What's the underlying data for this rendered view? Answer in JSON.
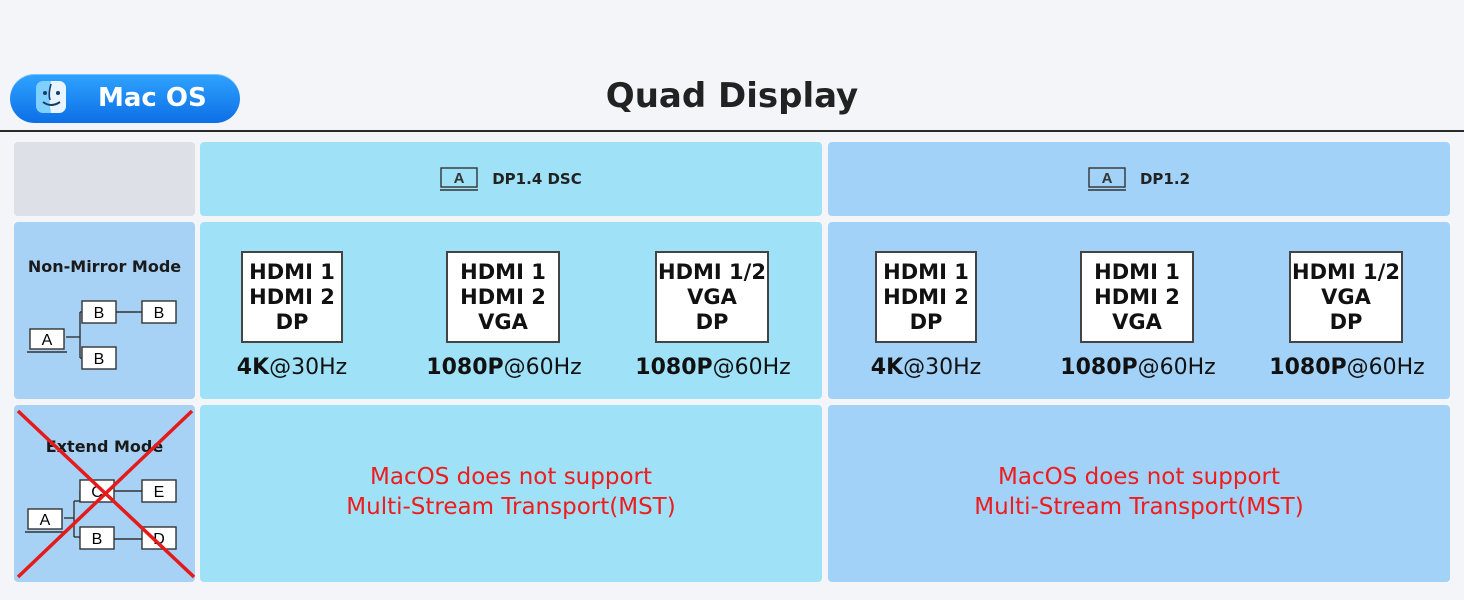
{
  "badge": {
    "label": "Mac OS",
    "icon": "finder-icon"
  },
  "title": "Quad Display",
  "columns": [
    {
      "header": "DP1.4 DSC",
      "monitor_letter": "A"
    },
    {
      "header": "DP1.2",
      "monitor_letter": "A"
    }
  ],
  "rows": {
    "non_mirror": {
      "label": "Non-Mirror Mode",
      "diagram": {
        "a": "A",
        "b1": "B",
        "b2": "B",
        "b3": "B"
      }
    },
    "extend": {
      "label": "Extend Mode",
      "diagram": {
        "a": "A",
        "c": "C",
        "e": "E",
        "b": "B",
        "d": "D"
      },
      "crossed_out": true
    }
  },
  "configs": [
    {
      "ports": [
        "HDMI 1",
        "HDMI 2",
        "DP"
      ],
      "res_bold": "4K",
      "res_rest": "@30Hz"
    },
    {
      "ports": [
        "HDMI 1",
        "HDMI 2",
        "VGA"
      ],
      "res_bold": "1080P",
      "res_rest": "@60Hz"
    },
    {
      "ports": [
        "HDMI 1/2",
        "VGA",
        "DP"
      ],
      "res_bold": "1080P",
      "res_rest": "@60Hz"
    }
  ],
  "unsupported": {
    "line1": "MacOS does not support",
    "line2": "Multi-Stream Transport(MST)"
  },
  "colors": {
    "badge": "#1a86f2",
    "mid_column": "#9fe2f8",
    "right_column": "#a2d2f8",
    "side_column": "#a7d2f5",
    "warning_text": "#ee1c1c",
    "cross": "#e51a1a"
  }
}
